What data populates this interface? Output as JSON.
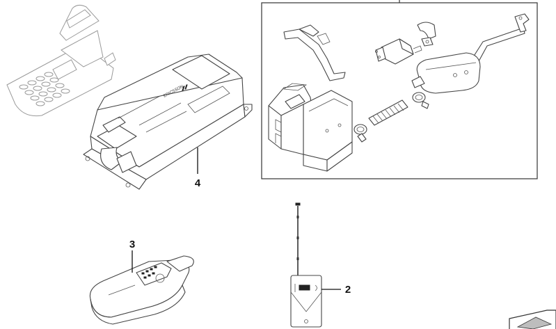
{
  "callouts": {
    "part_2": "2",
    "part_3": "3",
    "part_4": "4"
  },
  "branding": {
    "control_unit_text": "ERICSSON"
  },
  "colors": {
    "line": "#444444",
    "background": "#ffffff"
  }
}
